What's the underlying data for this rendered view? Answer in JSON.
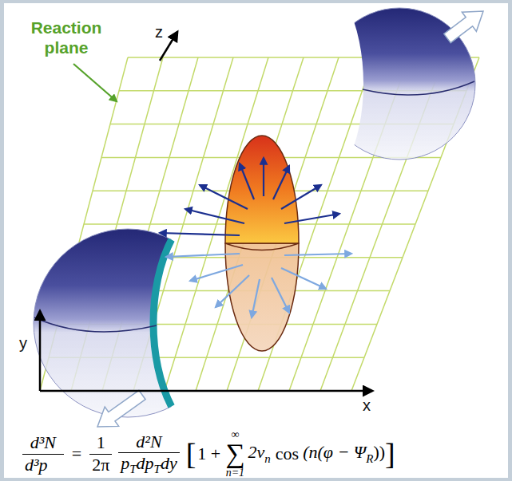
{
  "diagram": {
    "labels": [
      "Reaction plane",
      "z",
      "y",
      "x",
      "d³N",
      "d³p⃗",
      "=",
      "1",
      "2π",
      "d²N",
      "p",
      "T",
      "dp",
      "T",
      "dy",
      "[",
      "1 +",
      "∑",
      "∞",
      "n=1",
      "2v",
      "n",
      "cos",
      "(n(φ − Ψ",
      "R",
      "))",
      "]"
    ]
  }
}
